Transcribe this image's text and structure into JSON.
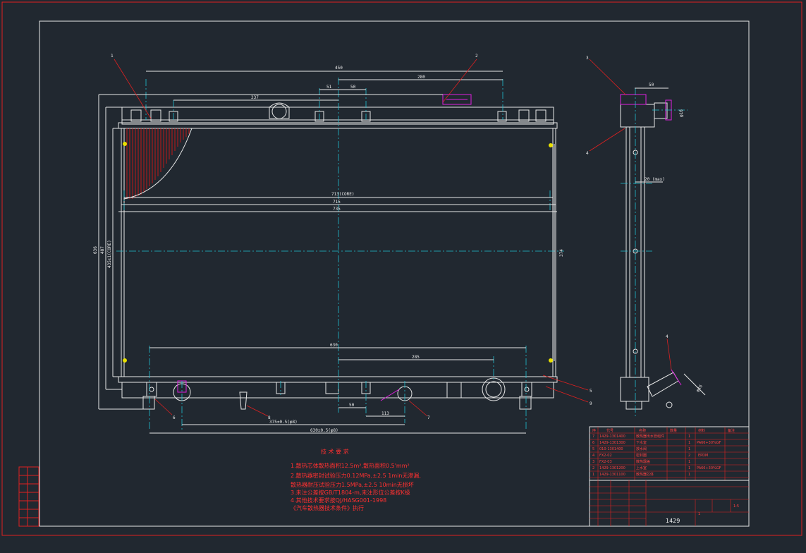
{
  "drawing": {
    "dimensions": {
      "d450": "450",
      "d280": "280",
      "d51": "51",
      "d50a": "50",
      "d237": "237",
      "d713core": "713(CORE)",
      "d715": "715",
      "d735": "735",
      "d636": "636",
      "d487": "487",
      "d435core": "435±1(CORE)",
      "d374": "374",
      "d630": "630",
      "d285": "285",
      "d50b": "50",
      "d113": "113",
      "d375": "375±0.5(φ8)",
      "d630b": "630±0.5(φ8)",
      "side50": "50",
      "side20": "20 (max)",
      "sideangle": "φ16",
      "sidepipe": "φ16"
    },
    "callouts": [
      "1",
      "2",
      "3",
      "4",
      "5",
      "6",
      "7",
      "8",
      "9"
    ],
    "notes": {
      "title": "技 术 要 求",
      "lines": [
        "1.散热芯体散热面积12.5m²,散热面积0.5'mm²",
        "2.散热器密封试验压力0.12MPa,±2.5 1min无渗漏,",
        "  散热器耐压试验压力1.5MPa,±2.5 10min无损坏",
        "3.未注公差按GB/T1804-m,未注形位公差按K级",
        "4.其他技术要求按QJ/HASG001-1998",
        "  《汽车散热器技术条件》执行"
      ]
    },
    "parts_table": {
      "header": [
        "序",
        "代号",
        "名称",
        "数量",
        "材料",
        "备注"
      ],
      "rows": [
        [
          "7",
          "1429-1301400",
          "散热器出水管组件",
          "1",
          "",
          ""
        ],
        [
          "6",
          "1429-1301300",
          "下水室",
          "1",
          "PA66+30%GF",
          ""
        ],
        [
          "5",
          "010-1301400",
          "放水阀",
          "1",
          "",
          ""
        ],
        [
          "4",
          "FX2-02",
          "密封圈",
          "2",
          "EPDM",
          ""
        ],
        [
          "3",
          "FX2-03",
          "散热器盖",
          "1",
          "",
          ""
        ],
        [
          "2",
          "1429-1301200",
          "上水室",
          "1",
          "PA66+30%GF",
          ""
        ],
        [
          "1",
          "1429-1301100",
          "散热器芯体",
          "1",
          "",
          ""
        ]
      ]
    },
    "title_block": {
      "drawing_number": "1429",
      "scale": "1:5",
      "sheet": "1"
    }
  }
}
